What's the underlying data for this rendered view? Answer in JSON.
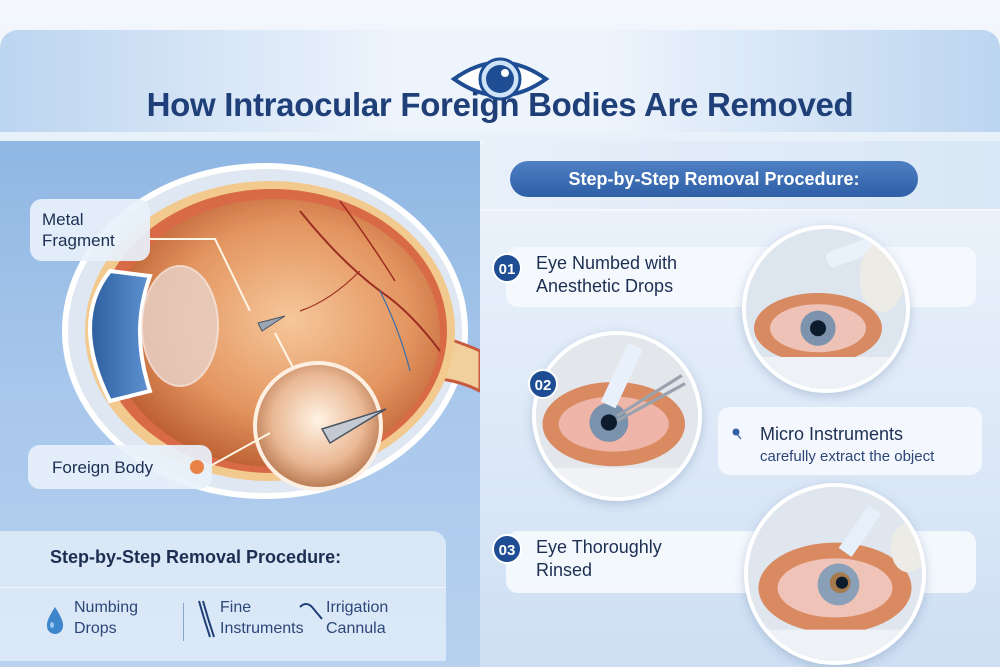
{
  "header": {
    "icon": "eye-icon",
    "title": "How Intraocular Foreign Bodies Are Removed"
  },
  "illustration": {
    "callouts": {
      "metal_fragment": "Metal\nFragment",
      "metal_line1": "Metal",
      "metal_line2": "Fragment",
      "foreign_body": "Foreign Body"
    },
    "accent_color": "#e98245"
  },
  "tools_panel": {
    "title": "Step-by-Step Removal Procedure:",
    "tools": [
      {
        "icon": "drop-icon",
        "line1": "Numbing",
        "line2": "Drops"
      },
      {
        "icon": "forceps-icon",
        "line1": "Fine",
        "line2": "Instruments"
      },
      {
        "icon": "cannula-icon",
        "line1": "Irrigation",
        "line2": "Cannula"
      }
    ]
  },
  "procedure": {
    "heading": "Step-by-Step Removal Procedure:",
    "steps": [
      {
        "number": "01",
        "line1": "Eye Numbed with",
        "line2": "Anesthetic Drops",
        "photo": "eye-drops-photo"
      },
      {
        "number": "02",
        "title": "Micro Instruments",
        "subtitle": "carefully extract the object",
        "photo": "forceps-extraction-photo"
      },
      {
        "number": "03",
        "line1": "Eye Thoroughly",
        "line2": "Rinsed",
        "photo": "irrigation-photo"
      }
    ]
  },
  "colors": {
    "title": "#1f3f78",
    "pill": "#2e5fa7",
    "badge": "#1f4d93",
    "accent": "#e98245"
  }
}
